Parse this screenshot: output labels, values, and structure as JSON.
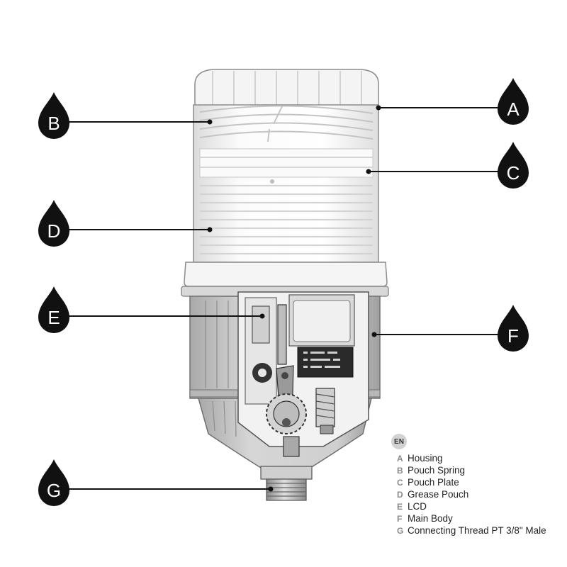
{
  "callouts": [
    {
      "letter": "A"
    },
    {
      "letter": "B"
    },
    {
      "letter": "C"
    },
    {
      "letter": "D"
    },
    {
      "letter": "E"
    },
    {
      "letter": "F"
    },
    {
      "letter": "G"
    }
  ],
  "legend": {
    "language_badge": "EN",
    "items": [
      {
        "key": "A",
        "label": "Housing"
      },
      {
        "key": "B",
        "label": "Pouch Spring"
      },
      {
        "key": "C",
        "label": "Pouch Plate"
      },
      {
        "key": "D",
        "label": "Grease Pouch"
      },
      {
        "key": "E",
        "label": "LCD"
      },
      {
        "key": "F",
        "label": "Main Body"
      },
      {
        "key": "G",
        "label": "Connecting Thread PT 3/8\" Male"
      }
    ]
  },
  "colors": {
    "drop": "#111111",
    "leader": "#111111",
    "housing_fill": "#f7f7f7",
    "body_fill": "#c9c9c9",
    "badge": "#d2d2d2"
  }
}
